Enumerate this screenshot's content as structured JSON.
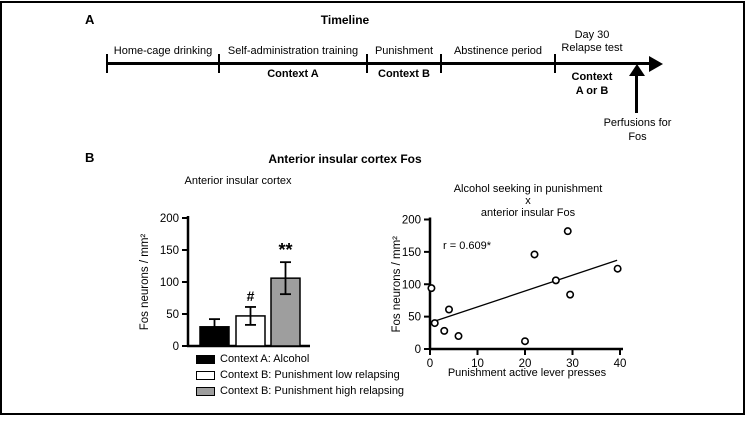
{
  "panel_a": {
    "label": "A",
    "title": "Timeline",
    "seg1": "Home-cage drinking",
    "seg2": "Self-administration training",
    "seg2_context": "Context A",
    "seg3": "Punishment",
    "seg3_context": "Context B",
    "seg4": "Abstinence period",
    "seg5_line1": "Day 30",
    "seg5_line2": "Relapse test",
    "seg5_context_line1": "Context",
    "seg5_context_line2": "A or B",
    "perfusions_line1": "Perfusions for",
    "perfusions_line2": "Fos"
  },
  "panel_b": {
    "label": "B",
    "title": "Anterior insular cortex Fos"
  },
  "chart_data": [
    {
      "type": "bar",
      "title": "Anterior insular cortex",
      "ylabel": "Fos neurons / mm²",
      "ylim": [
        0,
        200
      ],
      "yticks": [
        0,
        50,
        100,
        150,
        200
      ],
      "categories": [
        "Context A: Alcohol",
        "Context B: Punishment low relapsing",
        "Context B: Punishment high relapsing"
      ],
      "values": [
        30,
        47,
        106
      ],
      "errors": [
        12,
        14,
        25
      ],
      "colors": [
        "#000000",
        "#ffffff",
        "#9e9e9e"
      ],
      "annotations": [
        "",
        "#",
        "**"
      ],
      "legend_position": "below"
    },
    {
      "type": "scatter",
      "title_lines": [
        "Alcohol seeking in punishment",
        "x",
        "anterior insular Fos"
      ],
      "xlabel": "Punishment active lever presses",
      "ylabel": "Fos neurons / mm²",
      "xlim": [
        0,
        40
      ],
      "ylim": [
        0,
        200
      ],
      "xticks": [
        0,
        10,
        20,
        30,
        40
      ],
      "yticks": [
        0,
        50,
        100,
        150,
        200
      ],
      "points": [
        [
          0.3,
          94
        ],
        [
          1,
          40
        ],
        [
          3,
          28
        ],
        [
          4,
          61
        ],
        [
          6,
          20
        ],
        [
          20,
          12
        ],
        [
          22,
          146
        ],
        [
          26.5,
          106
        ],
        [
          29,
          182
        ],
        [
          29.5,
          84
        ],
        [
          39.5,
          124
        ]
      ],
      "regression_line": {
        "x": [
          1,
          39.4
        ],
        "y": [
          43,
          137
        ]
      },
      "annotation": "r = 0.609*",
      "grid": false
    }
  ]
}
